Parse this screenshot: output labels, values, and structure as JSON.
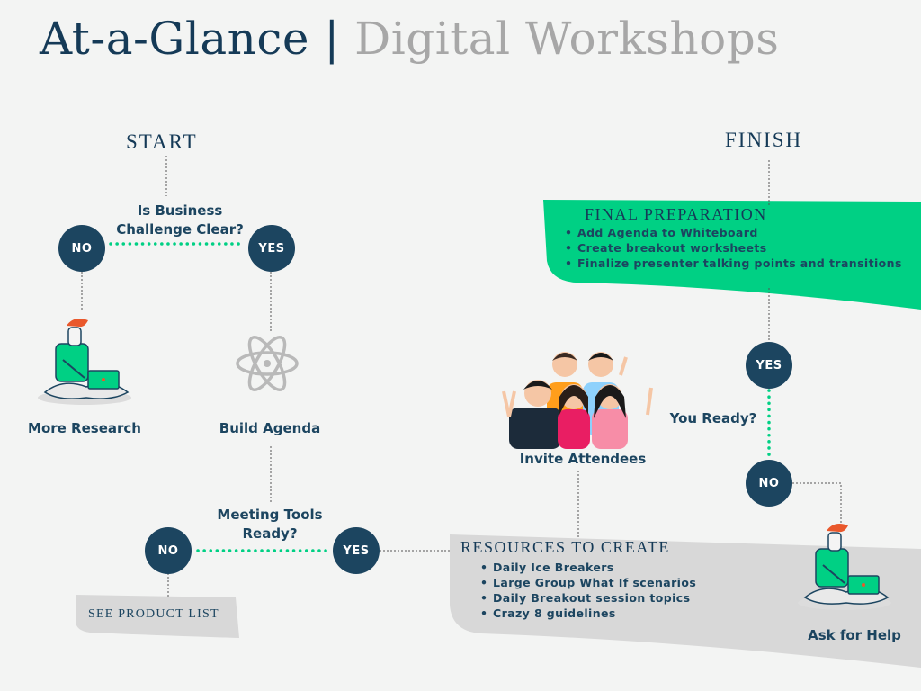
{
  "title": {
    "main": "At-a-Glance",
    "separator": "|",
    "sub": "Digital Workshops"
  },
  "start_label": "START",
  "finish_label": "FINISH",
  "q1": {
    "line1": "Is Business",
    "line2": "Challenge Clear?"
  },
  "q2": {
    "line1": "Meeting Tools",
    "line2": "Ready?"
  },
  "q3": {
    "text": "You Ready?"
  },
  "nodes": {
    "no1": "NO",
    "yes1": "YES",
    "no2": "NO",
    "yes2": "YES",
    "yes3": "YES",
    "no3": "NO"
  },
  "more_research": "More Research",
  "build_agenda": "Build Agenda",
  "invite_attendees": "Invite Attendees",
  "ask_for_help": "Ask for Help",
  "see_product_list": "SEE PRODUCT LIST",
  "final_prep": {
    "title": "FINAL PREPARATION",
    "items": [
      "Add Agenda to Whiteboard",
      "Create breakout worksheets",
      "Finalize presenter talking points and transitions"
    ]
  },
  "resources": {
    "title": "RESOURCES TO CREATE",
    "items": [
      "Daily Ice Breakers",
      "Large Group What If scenarios",
      "Daily Breakout session topics",
      "Crazy 8 guidelines"
    ]
  },
  "colors": {
    "navy": "#1c4560",
    "green": "#00d084",
    "grey_panel": "#d8d8d8",
    "title_grey": "#a7a7a7"
  },
  "icons": [
    "atom-icon",
    "person-laptop-icon",
    "group-people-icon"
  ]
}
